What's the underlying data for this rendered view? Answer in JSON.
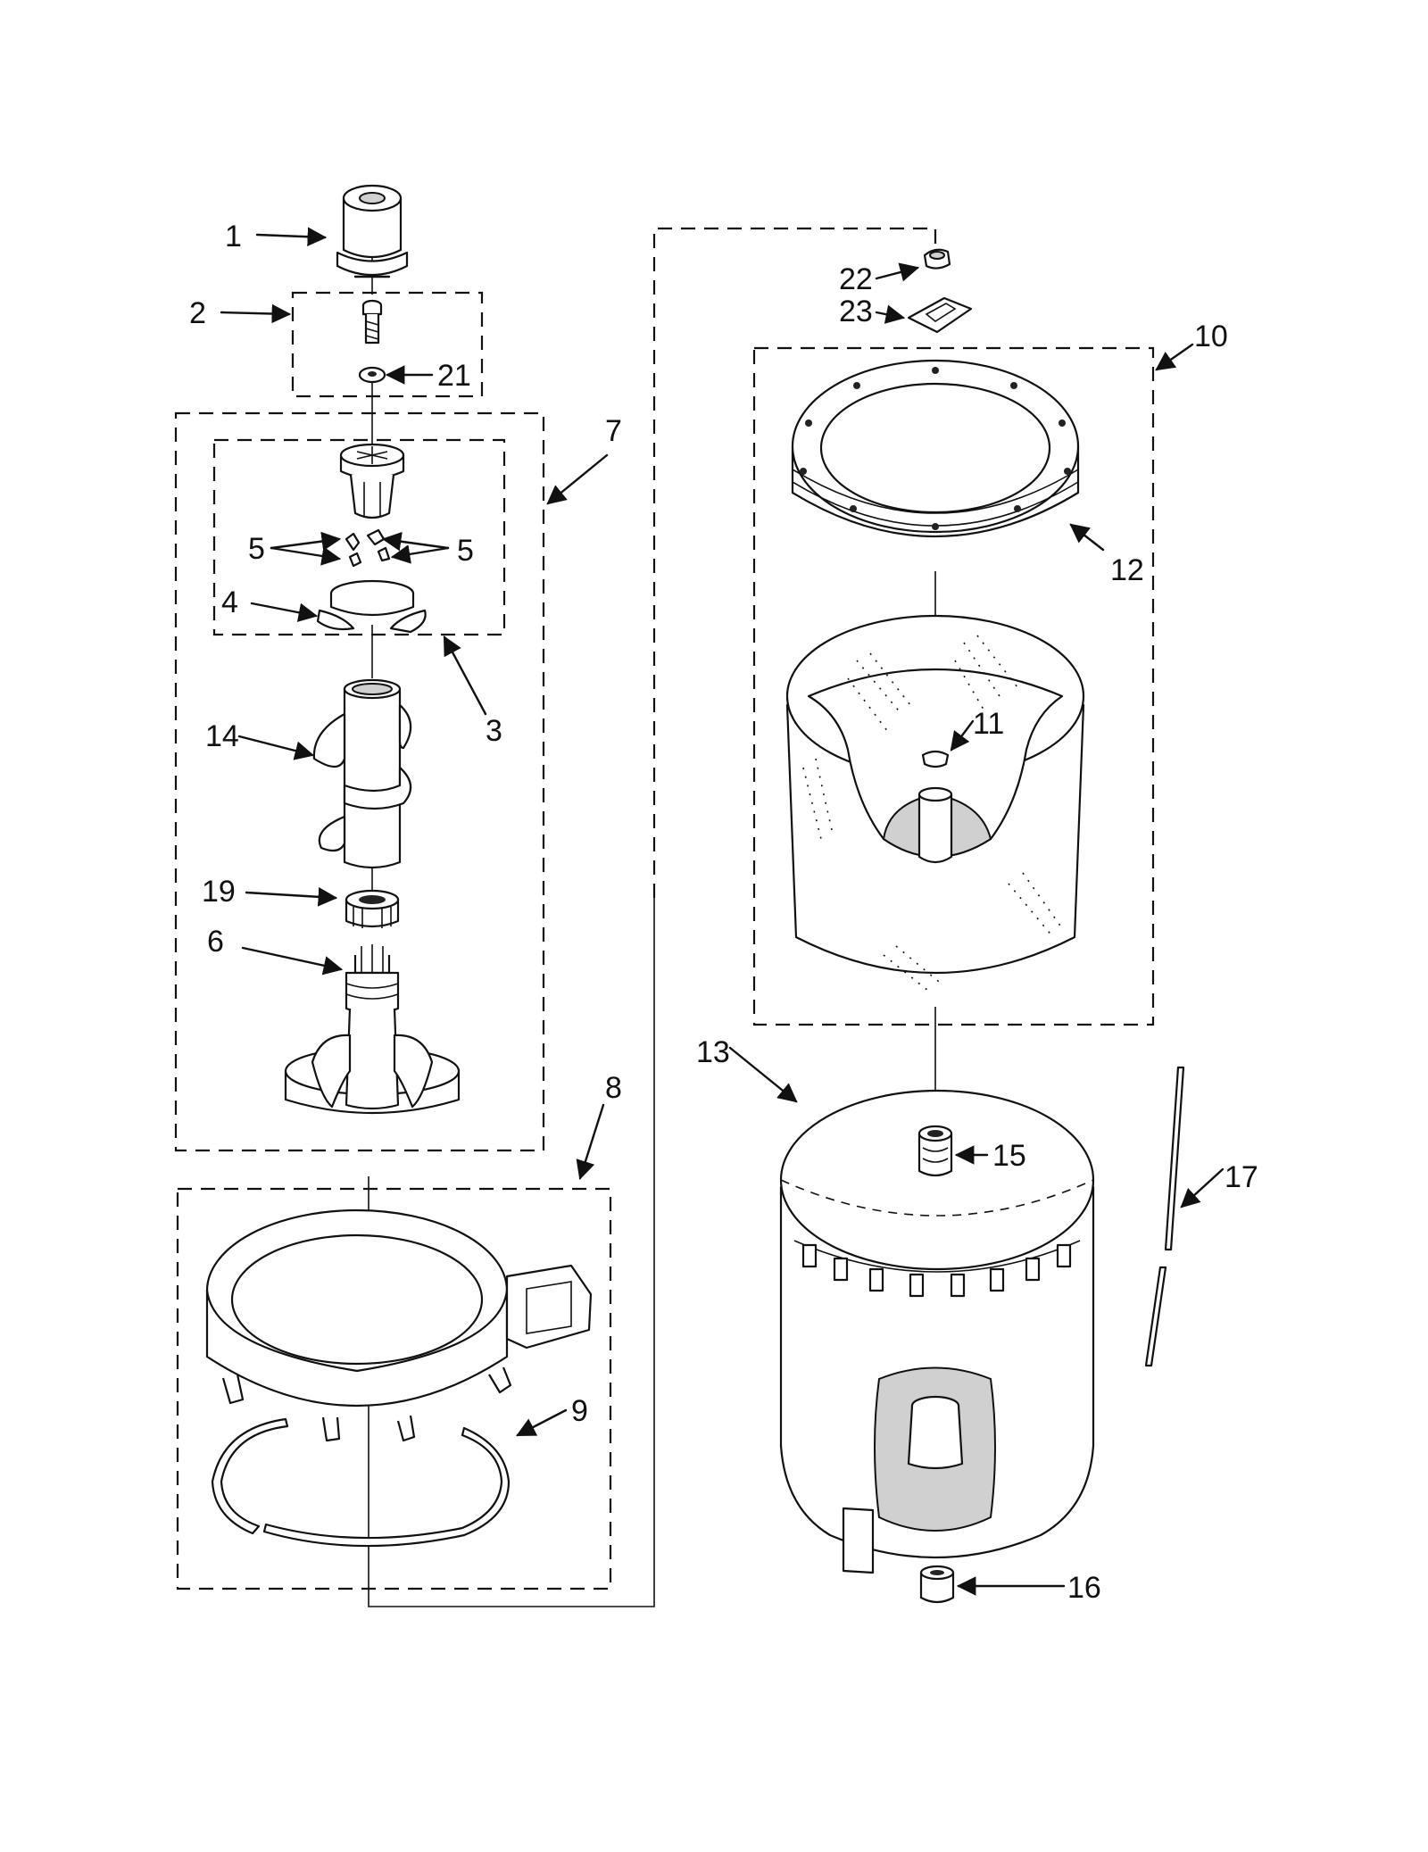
{
  "callouts": [
    {
      "id": "1",
      "label": "1"
    },
    {
      "id": "2",
      "label": "2"
    },
    {
      "id": "21",
      "label": "21"
    },
    {
      "id": "7",
      "label": "7"
    },
    {
      "id": "5a",
      "label": "5"
    },
    {
      "id": "5b",
      "label": "5"
    },
    {
      "id": "4",
      "label": "4"
    },
    {
      "id": "3",
      "label": "3"
    },
    {
      "id": "14",
      "label": "14"
    },
    {
      "id": "19",
      "label": "19"
    },
    {
      "id": "6",
      "label": "6"
    },
    {
      "id": "8",
      "label": "8"
    },
    {
      "id": "9",
      "label": "9"
    },
    {
      "id": "22",
      "label": "22"
    },
    {
      "id": "23",
      "label": "23"
    },
    {
      "id": "10",
      "label": "10"
    },
    {
      "id": "12",
      "label": "12"
    },
    {
      "id": "11",
      "label": "11"
    },
    {
      "id": "13",
      "label": "13"
    },
    {
      "id": "15",
      "label": "15"
    },
    {
      "id": "17",
      "label": "17"
    },
    {
      "id": "16",
      "label": "16"
    }
  ],
  "parts": {
    "agitator_cap": "agitator-cap",
    "agitator_bolt_kit": "agitator-bolt-kit",
    "washer": "washer",
    "agitator_assembly": "agitator-assembly",
    "dogs": "agitator-dogs",
    "cam": "cam",
    "dog_kit": "dog-kit",
    "auger": "auger",
    "bearing": "bearing",
    "agitator_base": "agitator-base",
    "tub_ring_assembly": "tub-ring-assembly",
    "tub_ring_clamp": "tub-ring-clamp",
    "basket_assembly": "basket-assembly",
    "balance_ring": "balance-ring",
    "basket_nut": "basket-nut",
    "clip": "clip",
    "retainer": "retainer",
    "outer_tub": "outer-tub",
    "tub_seal": "tub-seal",
    "hose": "hose",
    "tub_fitting": "tub-fitting"
  }
}
